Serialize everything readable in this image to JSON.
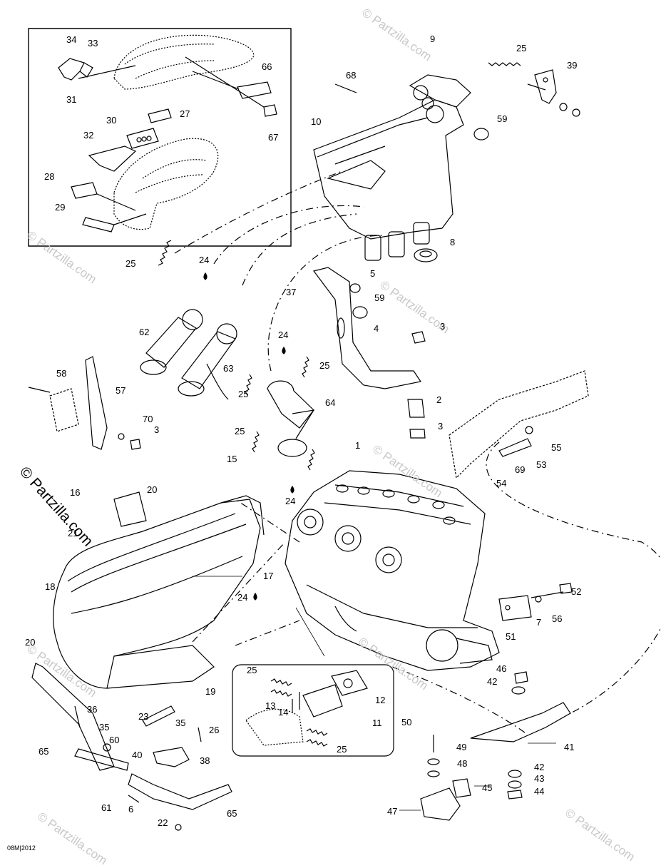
{
  "diagram": {
    "callouts": [
      "34",
      "33",
      "31",
      "66",
      "67",
      "30",
      "27",
      "32",
      "28",
      "29",
      "9",
      "25",
      "39",
      "68",
      "10",
      "59",
      "8",
      "25",
      "24",
      "37",
      "5",
      "59",
      "4",
      "3",
      "62",
      "63",
      "24",
      "25",
      "25",
      "58",
      "57",
      "70",
      "3",
      "25",
      "64",
      "2",
      "3",
      "1",
      "55",
      "53",
      "69",
      "54",
      "15",
      "20",
      "16",
      "24",
      "21",
      "17",
      "18",
      "24",
      "52",
      "51",
      "7",
      "56",
      "20",
      "19",
      "46",
      "42",
      "25",
      "12",
      "13",
      "14",
      "11",
      "25",
      "36",
      "35",
      "23",
      "35",
      "26",
      "60",
      "40",
      "38",
      "65",
      "61",
      "6",
      "22",
      "65",
      "50",
      "49",
      "48",
      "45",
      "47",
      "41",
      "42",
      "43",
      "44"
    ],
    "watermark": "© Partzilla.com",
    "small_watermarks": [
      "© Partzilla.com",
      "© Partzilla.com",
      "© Partzilla.com",
      "© Partzilla.com",
      "© Partzilla.com",
      "© Partzilla.com",
      "© Partzilla.com",
      "© Partzilla.com"
    ],
    "drawing_code": "08M|2012"
  }
}
